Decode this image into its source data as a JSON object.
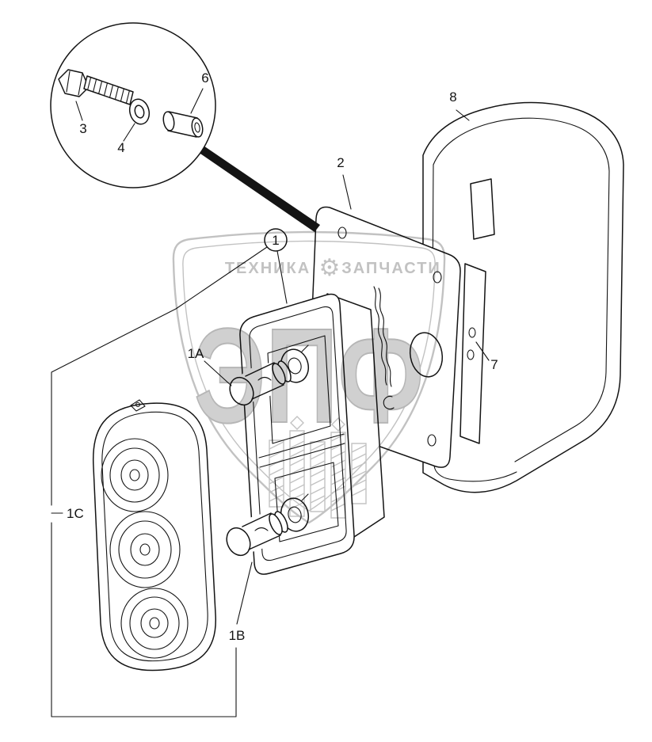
{
  "diagram": {
    "type": "exploded-parts-diagram",
    "subject": "tail-lamp-assembly",
    "parts_labels": {
      "assembly": "1",
      "bulb_top": "1A",
      "bulb_bottom": "1B",
      "lens": "1C",
      "gasket": "2",
      "bolt": "3",
      "washer": "4",
      "spacer": "6",
      "bracket": "7",
      "cover": "8"
    },
    "watermark": {
      "left_text": "ТЕХНИКА",
      "gear_icon": "⚙",
      "right_text": "ЗАПЧАСТИ",
      "shield_text": "ЭПФ",
      "color": "#bcbcbc"
    },
    "colors": {
      "line": "#141414",
      "background": "#ffffff"
    }
  }
}
